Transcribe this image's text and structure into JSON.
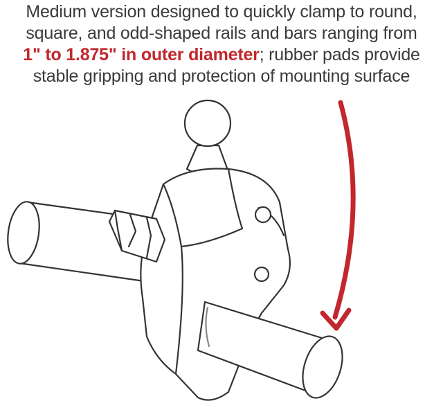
{
  "caption": {
    "line1": "Medium version designed to quickly clamp to round,",
    "line2": "square, and odd-shaped rails and bars ranging from",
    "line3_highlight": "1\" to 1.875\" in outer diameter",
    "line3_rest": "; rubber pads provide",
    "line4": "stable gripping and protection of mounting surface"
  },
  "colors": {
    "accent": "#c1272d",
    "text": "#3a3a3a",
    "outline": "#333333"
  },
  "icons": {
    "arrow": "curved-red-arrow",
    "clamp": "tough-claw-clamp-with-ball"
  }
}
